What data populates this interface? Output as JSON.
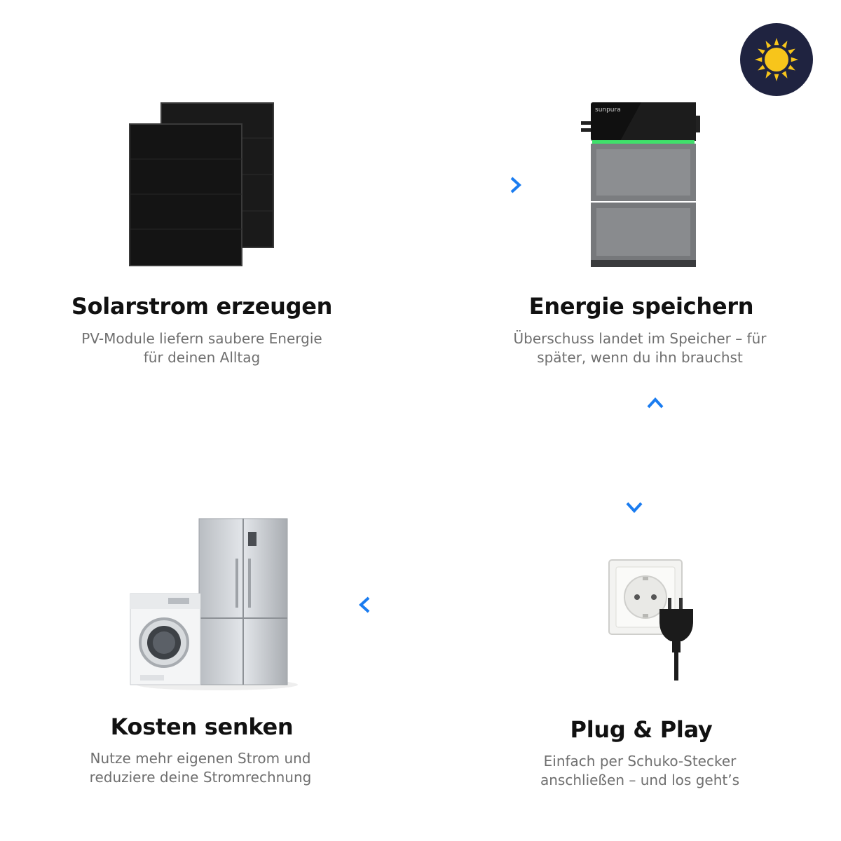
{
  "colors": {
    "arrow_green": "#1ed37a",
    "arrow_blue": "#1a7cf0",
    "sun_badge_bg": "#1f2340",
    "sun_yellow": "#f7c51b",
    "title_text": "#111111",
    "desc_text": "#6f6f6f"
  },
  "steps": [
    {
      "title": "Solarstrom erzeugen",
      "desc_lines": [
        "PV-Module liefern saubere Energie",
        "für deinen Alltag"
      ],
      "icon": "solar-panels-icon"
    },
    {
      "title": "Energie speichern",
      "desc_lines": [
        "Überschuss landet im Speicher – für",
        "später, wenn du ihn brauchst"
      ],
      "icon": "battery-storage-icon",
      "brand_label": "sunpura"
    },
    {
      "title": "Plug & Play",
      "desc_lines": [
        "Einfach per Schuko-Stecker",
        "anschließen – und los geht’s"
      ],
      "icon": "socket-plug-icon"
    },
    {
      "title": "Kosten senken",
      "desc_lines": [
        "Nutze mehr eigenen Strom und",
        "reduziere deine Stromrechnung"
      ],
      "icon": "appliances-icon"
    }
  ],
  "badge": {
    "icon": "sun-icon"
  }
}
